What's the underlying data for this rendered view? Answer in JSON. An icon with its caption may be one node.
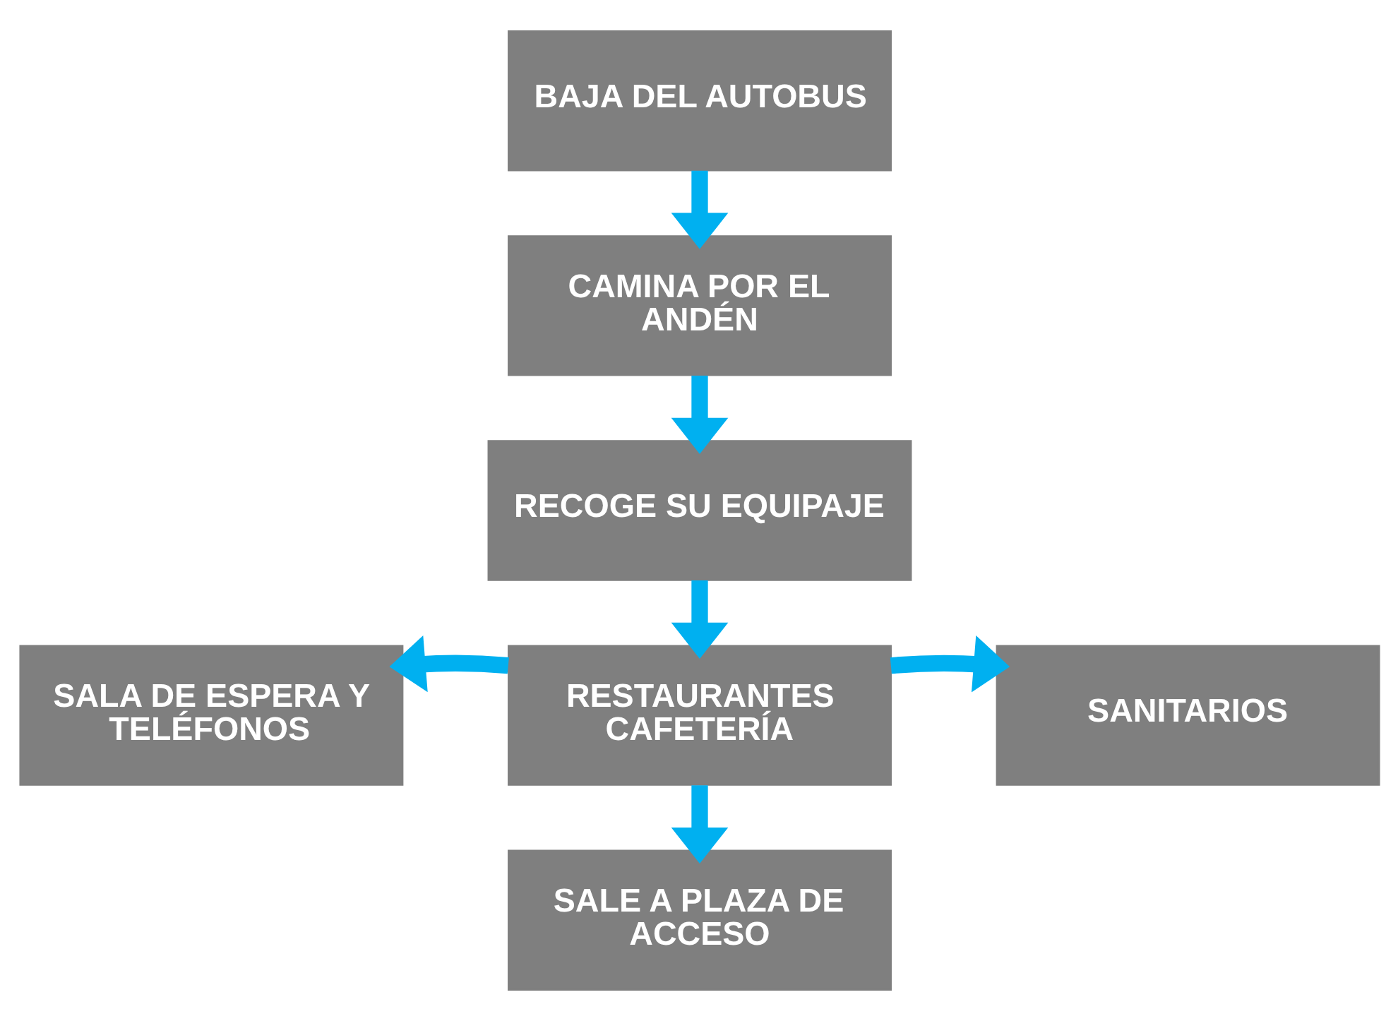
{
  "diagram": {
    "nodes": [
      {
        "text": [
          "BAJA DEL AUTOBUS"
        ]
      },
      {
        "text": [
          "CAMINA POR EL ANDÉN"
        ]
      },
      {
        "text": [
          "RECOGE SU EQUIPAJE"
        ]
      },
      {
        "text": [
          "SALA DE ESPERA Y TELÉFONOS"
        ]
      },
      {
        "text": [
          "RESTAURANTES CAFETERÍA"
        ]
      },
      {
        "text": [
          "SANITARIOS"
        ]
      },
      {
        "text": [
          "SALE A PLAZA DE ACCESO"
        ]
      }
    ],
    "edges": [
      {
        "from": 0,
        "to": 1,
        "arrow": "to"
      },
      {
        "from": 1,
        "to": 2,
        "arrow": "to"
      },
      {
        "from": 2,
        "to": 4,
        "arrow": "to"
      },
      {
        "from": 4,
        "to": 3,
        "arrow": "to"
      },
      {
        "from": 4,
        "to": 5,
        "arrow": "to"
      },
      {
        "from": 4,
        "to": 6,
        "arrow": "to"
      }
    ]
  }
}
